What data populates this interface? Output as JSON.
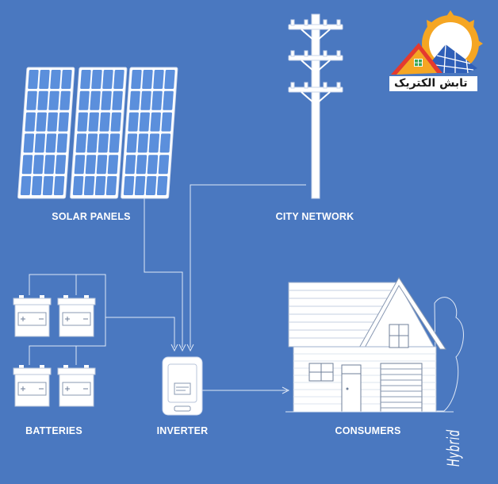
{
  "labels": {
    "solar_panels": "SOLAR PANELS",
    "city_network": "CITY NETWORK",
    "batteries": "BATTERIES",
    "inverter": "INVERTER",
    "consumers": "CONSUMERS"
  },
  "logo": {
    "brand_name": "تابش الکتریک"
  },
  "caption": "Hybrid",
  "colors": {
    "background": "#4a78c0",
    "panel_cell": "#5b8fdc",
    "line": "#ffffff",
    "logo_sun": "#f5a623",
    "logo_panel": "#2f5fb8",
    "logo_roof": "#e53a2e"
  }
}
